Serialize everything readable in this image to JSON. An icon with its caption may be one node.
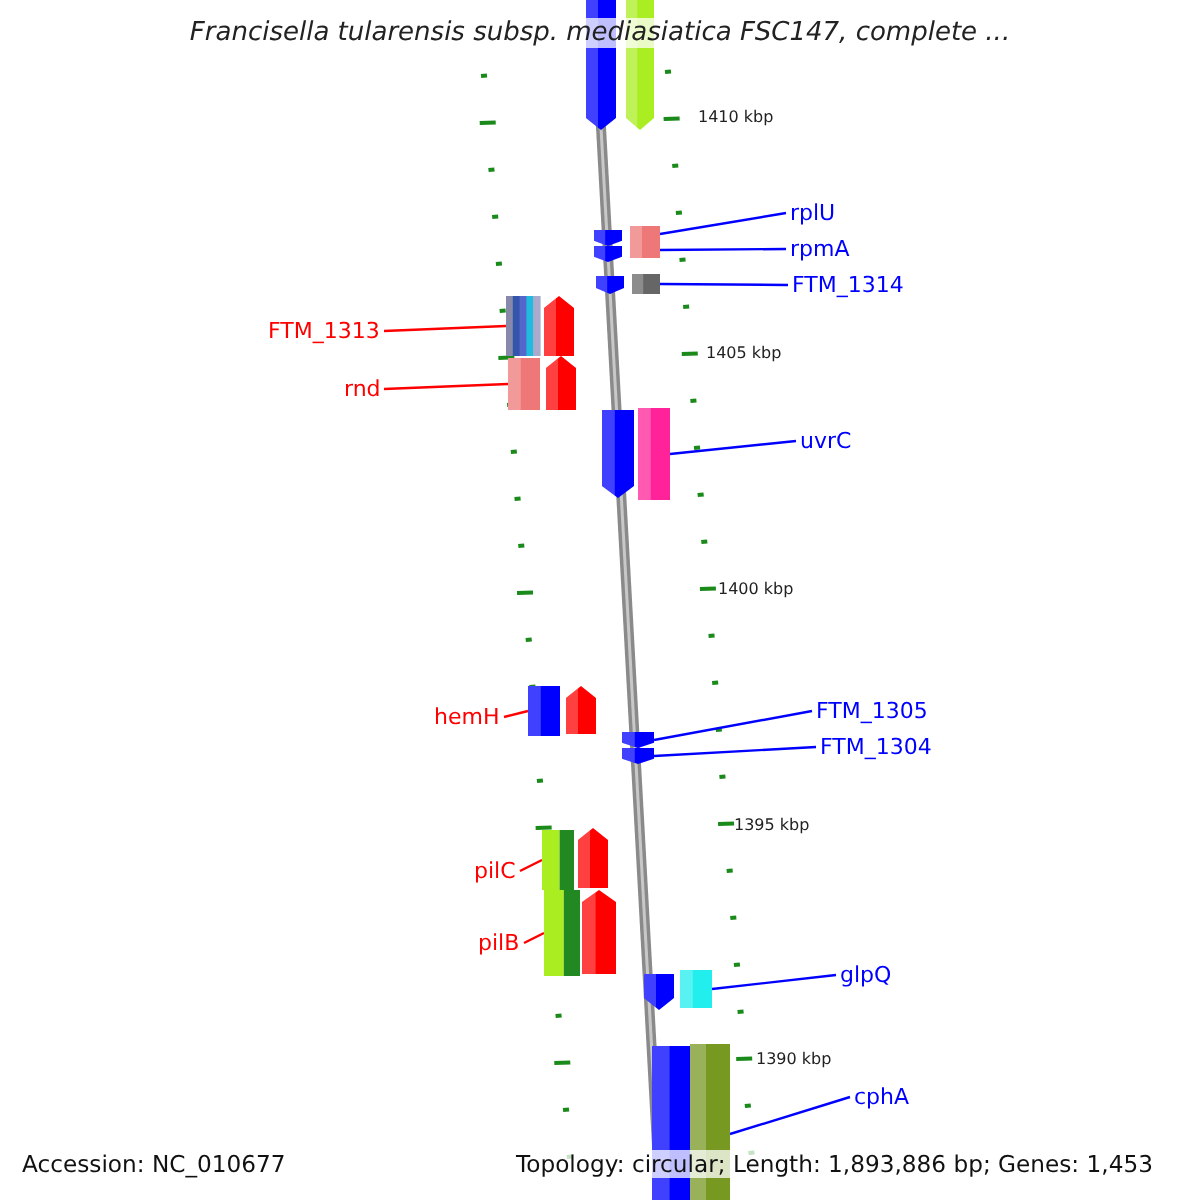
{
  "diagram": {
    "title": "Francisella tularensis subsp. mediasiatica FSC147, complete ...",
    "nodes": [
      {
        "text": [
          "rplU"
        ]
      },
      {
        "text": [
          "rpmA"
        ]
      },
      {
        "text": [
          "FTM_1314"
        ]
      },
      {
        "text": [
          "FTM_1313"
        ]
      },
      {
        "text": [
          "rnd"
        ]
      },
      {
        "text": [
          "uvrC"
        ]
      },
      {
        "text": [
          "hemH"
        ]
      },
      {
        "text": [
          "FTM_1305"
        ]
      },
      {
        "text": [
          "FTM_1304"
        ]
      },
      {
        "text": [
          "pilC"
        ]
      },
      {
        "text": [
          "pilB"
        ]
      },
      {
        "text": [
          "glpQ"
        ]
      },
      {
        "text": [
          "cphA"
        ]
      },
      {
        "text": [],
        "shape": "arrow"
      },
      {
        "text": [],
        "shape": "arrow"
      },
      {
        "text": [],
        "shape": "arrow"
      },
      {
        "text": [],
        "shape": "arrow"
      },
      {
        "text": [],
        "shape": "bar"
      },
      {
        "text": [],
        "shape": "bar"
      },
      {
        "text": [],
        "shape": "arrow"
      },
      {
        "text": [],
        "shape": "bar"
      },
      {
        "text": [],
        "shape": "bar"
      },
      {
        "text": [],
        "shape": "arrow"
      },
      {
        "text": [],
        "shape": "bar"
      },
      {
        "text": [],
        "shape": "arrow"
      },
      {
        "text": [],
        "shape": "arrow"
      },
      {
        "text": [],
        "shape": "bar"
      },
      {
        "text": [],
        "shape": "bar"
      },
      {
        "text": [],
        "shape": "arrow"
      },
      {
        "text": [],
        "shape": "arrow"
      },
      {
        "text": [],
        "shape": "arrow"
      },
      {
        "text": [],
        "shape": "bar"
      },
      {
        "text": [],
        "shape": "arrow"
      },
      {
        "text": [],
        "shape": "bar"
      },
      {
        "text": [],
        "shape": "arrow"
      },
      {
        "text": [],
        "shape": "arrow"
      },
      {
        "text": [],
        "shape": "bar"
      },
      {
        "text": [],
        "shape": "bar"
      },
      {
        "text": [],
        "shape": "bar"
      }
    ],
    "edges": [
      {
        "from": 0,
        "to": 17,
        "arrow": "none"
      },
      {
        "from": 1,
        "to": 18,
        "arrow": "none"
      },
      {
        "from": 2,
        "to": 20,
        "arrow": "none"
      },
      {
        "from": 3,
        "to": 21,
        "arrow": "none",
        "color": "#ff0000"
      },
      {
        "from": 4,
        "to": 23,
        "arrow": "none",
        "color": "#ff0000"
      },
      {
        "from": 5,
        "to": 26,
        "arrow": "none"
      },
      {
        "from": 6,
        "to": 27,
        "arrow": "none",
        "color": "#ff0000"
      },
      {
        "from": 7,
        "to": 29,
        "arrow": "none"
      },
      {
        "from": 8,
        "to": 30,
        "arrow": "none"
      },
      {
        "from": 9,
        "to": 31,
        "arrow": "none",
        "color": "#ff0000"
      },
      {
        "from": 10,
        "to": 33,
        "arrow": "none",
        "color": "#ff0000"
      },
      {
        "from": 11,
        "to": 36,
        "arrow": "none"
      },
      {
        "from": 12,
        "to": 38,
        "arrow": "none"
      }
    ],
    "labels": [
      "1410 kbp",
      "1405 kbp",
      "1400 kbp",
      "1395 kbp",
      "1390 kbp",
      "Accession: NC_010677",
      "Topology: circular; Length: 1,893,886 bp; Genes: 1,453"
    ]
  }
}
